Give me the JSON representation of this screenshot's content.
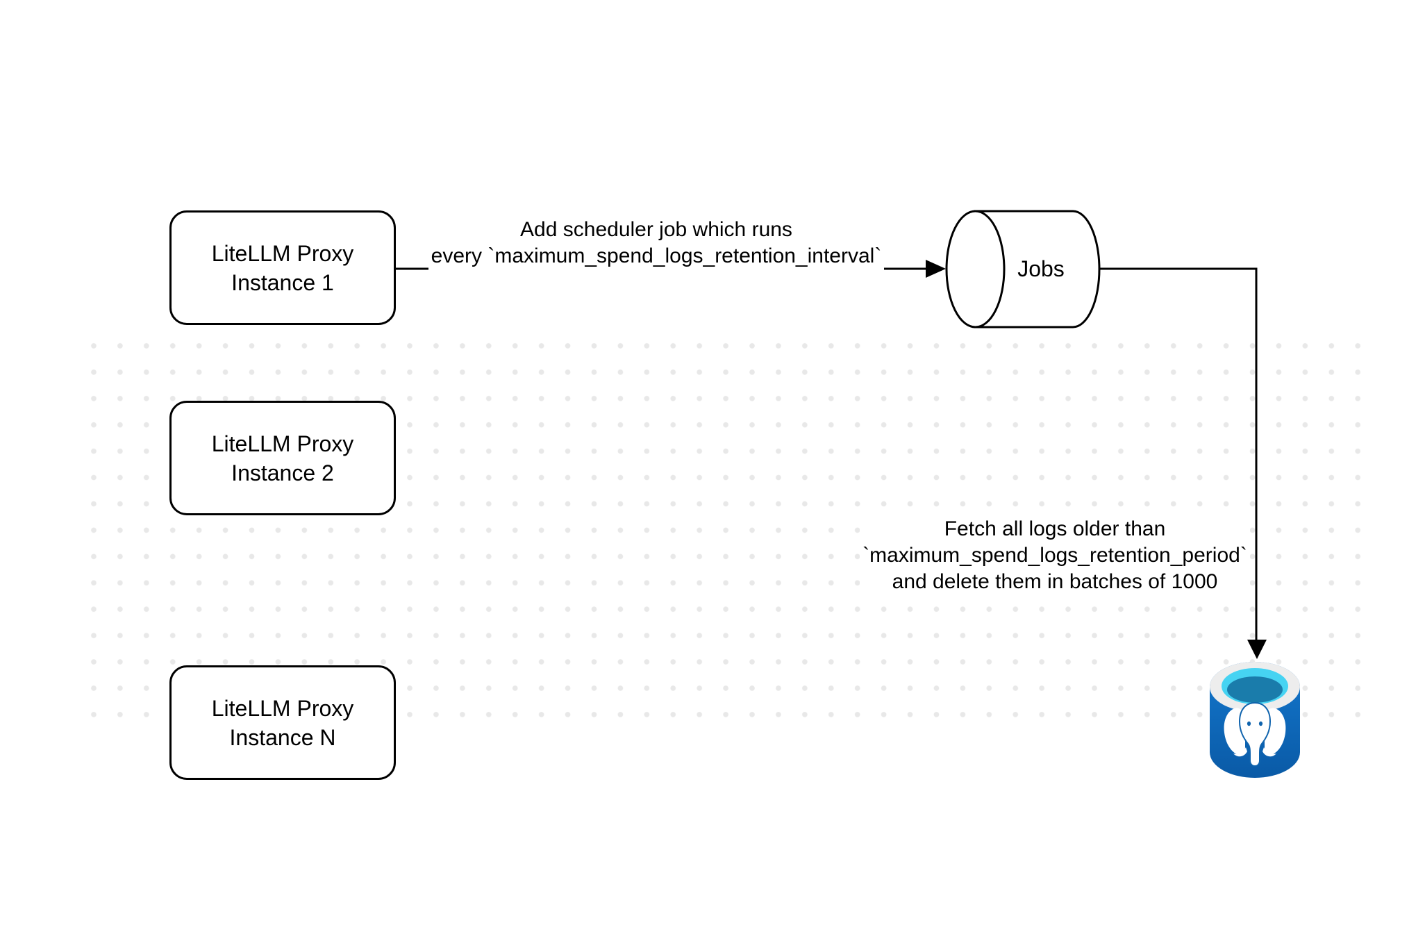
{
  "diagram": {
    "background_color": "#ffffff",
    "grid_dot_color": "#e8e8e8",
    "stroke_color": "#000000",
    "nodes": {
      "proxy_instance_1": {
        "label": "LiteLLM Proxy\nInstance 1"
      },
      "proxy_instance_2": {
        "label": "LiteLLM Proxy\nInstance 2"
      },
      "proxy_instance_n": {
        "label": "LiteLLM Proxy\nInstance N"
      },
      "jobs": {
        "label": "Jobs",
        "shape": "horizontal-cylinder"
      },
      "postgres_database": {
        "icon": "postgresql-database-icon",
        "colors": {
          "body_top": "#1377cd",
          "body_bottom": "#0a5aa6",
          "rim": "#ededed",
          "water_light": "#46d3f2",
          "water_dark": "#1a7cab",
          "elephant": "#ffffff",
          "detail_blue": "#0f63ad"
        }
      }
    },
    "edges": {
      "proxy_to_jobs": {
        "label": "Add scheduler job which runs\nevery `maximum_spend_logs_retention_interval`"
      },
      "jobs_to_postgres": {
        "label": "Fetch all logs older than\n`maximum_spend_logs_retention_period`\nand delete them in batches of 1000"
      }
    }
  }
}
